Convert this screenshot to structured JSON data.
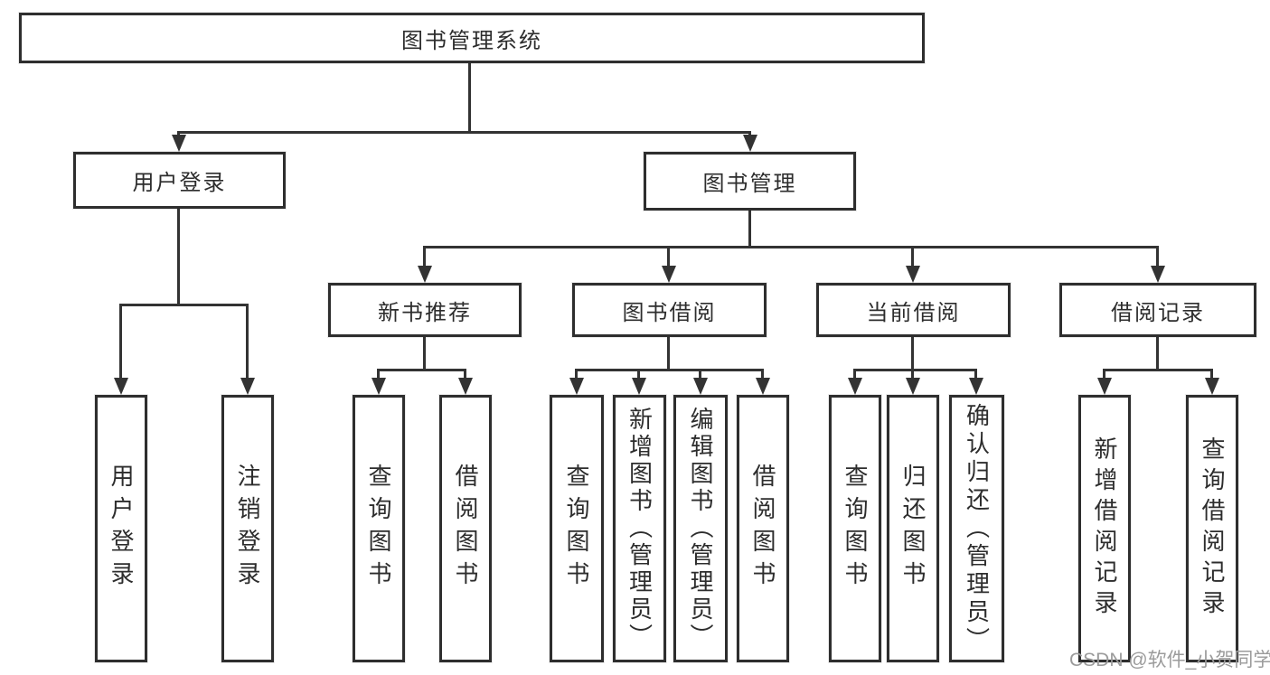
{
  "diagram_title": "图书管理系统",
  "nodes": {
    "root": "图书管理系统",
    "user_login": "用户登录",
    "book_management": "图书管理",
    "new_book_recommend": "新书推荐",
    "book_borrow": "图书借阅",
    "current_borrow": "当前借阅",
    "borrow_record": "借阅记录",
    "leaf_user_login": "用户登录",
    "leaf_logout": "注销登录",
    "leaf_query_books_a": "查询图书",
    "leaf_borrow_books_a": "借阅图书",
    "leaf_query_books_b": "查询图书",
    "leaf_add_books": "新增图书（管理员）",
    "leaf_edit_books": "编辑图书（管理员）",
    "leaf_borrow_books_b": "借阅图书",
    "leaf_query_books_c": "查询图书",
    "leaf_return_books": "归还图书",
    "leaf_confirm_return": "确认归还（管理员）",
    "leaf_add_record": "新增借阅记录",
    "leaf_query_record": "查询借阅记录"
  },
  "watermark": "CSDN @软件_小贺同学",
  "colors": {
    "line": "#333333",
    "text": "#2d2d2d",
    "box_background": "#ffffff",
    "watermark": "#9b9b9b"
  }
}
